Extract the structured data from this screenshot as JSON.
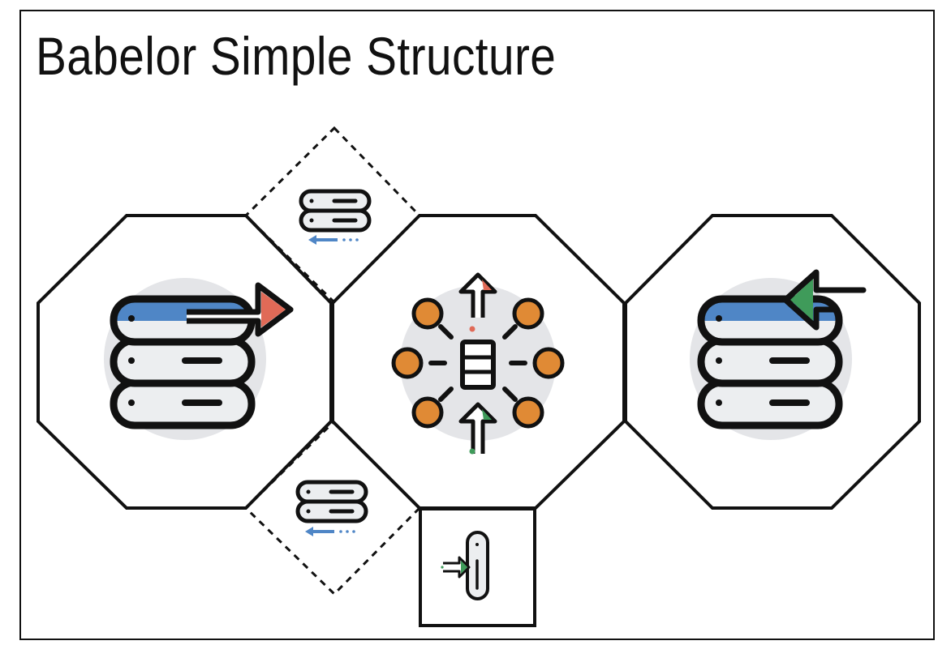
{
  "title": "Babelor Simple Structure",
  "colors": {
    "outline": "#111111",
    "blue": "#4f86c6",
    "red": "#e06a57",
    "green": "#3f9b5a",
    "orange": "#e08a35",
    "grey_disc": "#e4e5e8",
    "stack_fill": "#eceef0"
  },
  "nodes": [
    {
      "id": "left",
      "shape": "octagon",
      "icon": "database-send-icon"
    },
    {
      "id": "center",
      "shape": "octagon",
      "icon": "hub-network-icon"
    },
    {
      "id": "right",
      "shape": "octagon",
      "icon": "database-receive-icon"
    },
    {
      "id": "top-diamond",
      "shape": "dashed-diamond",
      "icon": "database-return-icon"
    },
    {
      "id": "bottom-diamond",
      "shape": "dashed-diamond",
      "icon": "database-return-icon"
    },
    {
      "id": "bottom-square",
      "shape": "square",
      "icon": "input-port-icon"
    }
  ]
}
